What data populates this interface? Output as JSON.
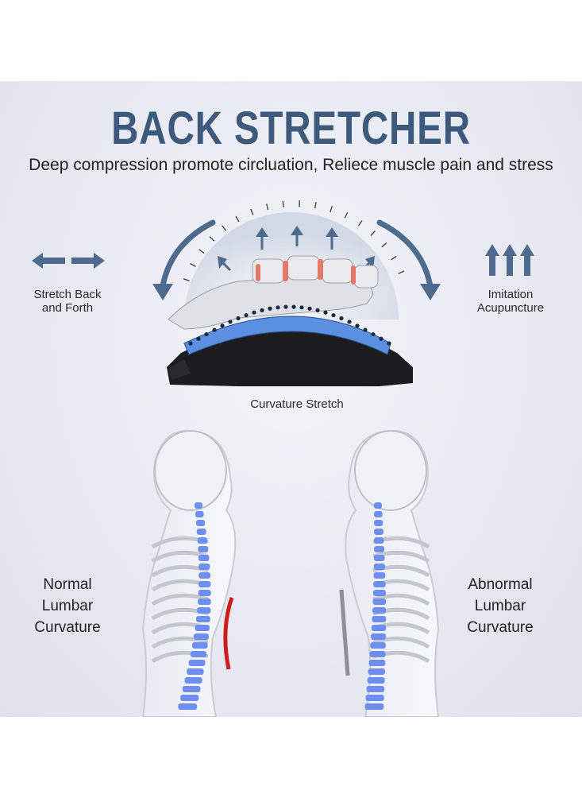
{
  "header": {
    "title": "BACK STRETCHER",
    "subtitle": "Deep compression promote circluation, Reliece muscle pain and stress"
  },
  "features": {
    "left": {
      "label": "Stretch Back\nand Forth",
      "icon": "horizontal-arrows-icon"
    },
    "right": {
      "label": "Imitation\nAcupuncture",
      "icon": "up-arrows-icon"
    },
    "center": {
      "label": "Curvature Stretch"
    }
  },
  "comparison": {
    "left_label": "Normal\nLumbar\nCurvature",
    "right_label": "Abnormal\nLumbar\nCurvature"
  },
  "colors": {
    "title": "#3d5a7c",
    "arrow": "#4e6a8c",
    "spine": "#6f8ff0",
    "stretcher_blue": "#5b8fe0",
    "curve_red": "#d11c1c"
  }
}
